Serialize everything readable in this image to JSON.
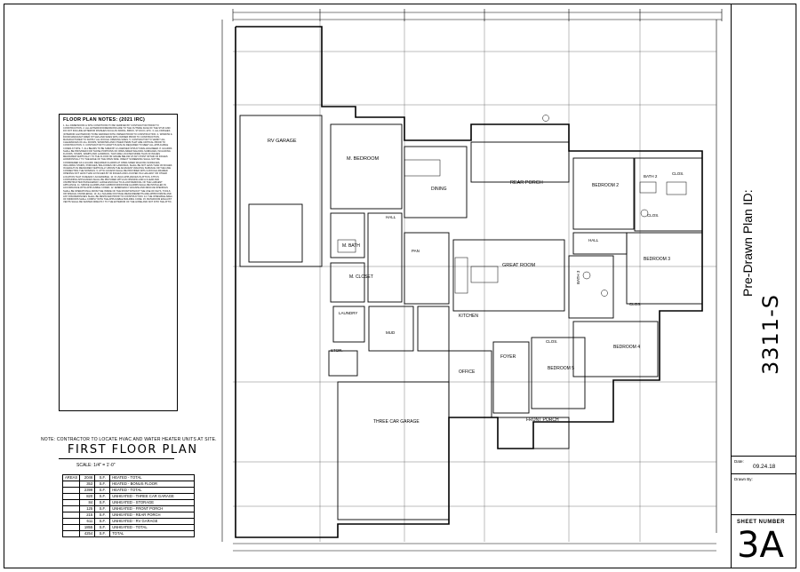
{
  "notes": {
    "heading": "FLOOR PLAN NOTES: (2021 IRC)",
    "body": "1. ALL DIMENSIONS & SITE CONDITIONS TO BE VERIFIED BY CONTRACTOR PRIOR TO CONSTRUCTION. 2. ALL EXTERIOR DIMENSIONS ARE TO THE OUTSIDE FACE OF THE STUD AND DO NOT INCLUDE EXTERIOR FINISHES SUCH AS SIDING, BRICK, STUCCO, ETC. 3. ALL FINISHES (INTERIOR & EXTERIOR) TO BE VERIFIED WITH OWNER PRIOR TO CONSTRUCTION. 4. WINDOW & DOOR MANUFACTURER STYLES AND SIZES WITH OWNER PRIOR TO CONSTRUCTION. MANUFACTURER TO SUPPLY ALL ROUGH OPENING SIZES. 5. CONTRACTOR TO VERIFY ALL CLEARANCES OF ALL DOORS, WINDOWS AND OTHER ITEMS THAT ARE CRITICAL PRIOR TO CONSTRUCTION. 6. CONTRACTOR TO ADAPT PLANS AS REQUIRED TO MEET ALL APPLICABLE CODES AT SITE. 7. ALL BEAMS TO BE SIZED BY A LICENSED STRUCTURAL ENGINEER. 8. GUARDS SHALL BE PROVIDED FOR THOSE PORTIONS OF OPEN-SIDED WALKING SURFACES, INCLUDING FLOORS, STAIRS, RAMPS AND LANDINGS, THAT ARE LOCATED MORE THAN 30 INCHES MEASURED VERTICALLY TO THE FLOOR OR GRADE BELOW AT ANY POINT WITHIN 36 INCHES HORIZONTALLY TO THE EDGE OF THE OPEN SIDE. INSECT SCREENING SHALL NOT BE CONSIDERED AS A GUARD. REQUIRED GUARDS AT OPEN-SIDED WALKING SURFACES, INCLUDING STAIRS, PORCHES, BALCONIES OR LANDINGS, SHALL BE NOT LESS THAN 36 INCHES IN HEIGHT AS MEASURED VERTICALLY ABOVE THE ADJACENT WALKING SURFACE OR THE LINE CONNECTING THE NOSINGS. 9. ATTIC ACCESS SHALL BE PROVIDED WITH A ROUGH-FRAMED OPENING NOT LESS THAN 22 INCHES BY 30 INCHES AND LOCATED IN A HALLWAY OR OTHER LOCATION THAT IS READILY ACCESSIBLE. 10. IF HVAC APPLIANCES IN ATTICS, ATTICS CONTAINING APPLIANCES SHALL BE PROVIDED WITH AN OPENING AND A CLEAR AND UNOBSTRUCTED PASSAGEWAY LARGE ENOUGH TO ALLOW REMOVAL OF THE LARGEST APPLIANCE. 11. SMOKE ALARMS AND CARBON MONOXIDE ALARMS SHALL BE INSTALLED IN ACCORDANCE WITH APPLICABLE CODES. 12. EMERGENCY ESCAPE AND RESCUE OPENINGS SHALL BE OPERATIONAL FROM THE INSIDE OF THE ROOM WITHOUT THE USE OF KEYS, TOOLS OR SPECIAL KNOWLEDGE. 13. ALL SQUARE FOOTAGE MEASUREMENTS ARE APPROXIMATE AND ANY DISCREPANCIES SHALL BE RESOLVED PRIOR TO CONSTRUCTION. 14. THE OPENABLE AREA OF WINDOWS SHALL COMPLY WITH THE APPLICABLE BUILDING CODE. 15. BATHROOM EXHAUST VENTS SHALL BE VENTED DIRECTLY TO THE EXTERIOR OF THE HOME AND NOT INTO THE ATTIC."
  },
  "note_line": "NOTE: CONTRACTOR TO LOCATE HVAC AND WATER HEATER UNITS AT SITE.",
  "plan_title": "FIRST FLOOR PLAN",
  "scale_text": "SCALE: 1/4\" = 1'-0\"",
  "areas": {
    "header": "AREAS",
    "rows": [
      {
        "value": "2046",
        "unit": "S.F.",
        "label": "HEATED - TOTAL"
      },
      {
        "value": "353",
        "unit": "S.F.",
        "label": "HEATED - BONUS FLOOR"
      },
      {
        "value": "2399",
        "unit": "S.F.",
        "label": "HEATED - TOTAL"
      },
      {
        "value": "820",
        "unit": "S.F.",
        "label": "UNHEATED - THREE CAR GARAGE"
      },
      {
        "value": "84",
        "unit": "S.F.",
        "label": "UNHEATED - STORAGE"
      },
      {
        "value": "125",
        "unit": "S.F.",
        "label": "UNHEATED - FRONT PORCH"
      },
      {
        "value": "215",
        "unit": "S.F.",
        "label": "UNHEATED - REAR PORCH"
      },
      {
        "value": "611",
        "unit": "S.F.",
        "label": "UNHEATED - RV GARAGE"
      },
      {
        "value": "1855",
        "unit": "S.F.",
        "label": "UNHEATED - TOTAL"
      },
      {
        "value": "4254",
        "unit": "S.F.",
        "label": "TOTAL"
      }
    ]
  },
  "rooms": {
    "rv_garage": "RV GARAGE",
    "m_bedroom": "M. BEDROOM",
    "rear_porch": "REAR PORCH",
    "dining": "DINING",
    "bedroom_2": "BEDROOM 2",
    "bath_2": "BATH 2",
    "clos_a": "CLOS.",
    "clos_b": "CLOS.",
    "hall_a": "HALL",
    "m_bath": "M. BATH",
    "pan": "PAN",
    "great_room": "GREAT ROOM",
    "hall_b": "HALL",
    "bedroom_3": "BEDROOM 3",
    "m_closet": "M. CLOSET",
    "bath_3": "BATH 3",
    "laundry": "LAUNDRY",
    "kitchen": "KITCHEN",
    "clos_c": "CLOS.",
    "bedroom_4": "BEDROOM 4",
    "mud": "MUD",
    "stor": "STOR.",
    "office": "OFFICE",
    "foyer": "FOYER",
    "bedroom_5": "BEDROOM 5",
    "clos_d": "CLOS.",
    "three_car_garage": "THREE CAR GARAGE",
    "front_porch": "FRONT PORCH"
  },
  "title_block": {
    "pre_drawn_label": "Pre-Drawn Plan ID:",
    "plan_id": "3311-S",
    "date_label": "Date:",
    "date_value": "09.24.18",
    "drawn_by_label": "Drawn By:",
    "sheet_number_label": "SHEET NUMBER",
    "sheet_number": "3A"
  }
}
